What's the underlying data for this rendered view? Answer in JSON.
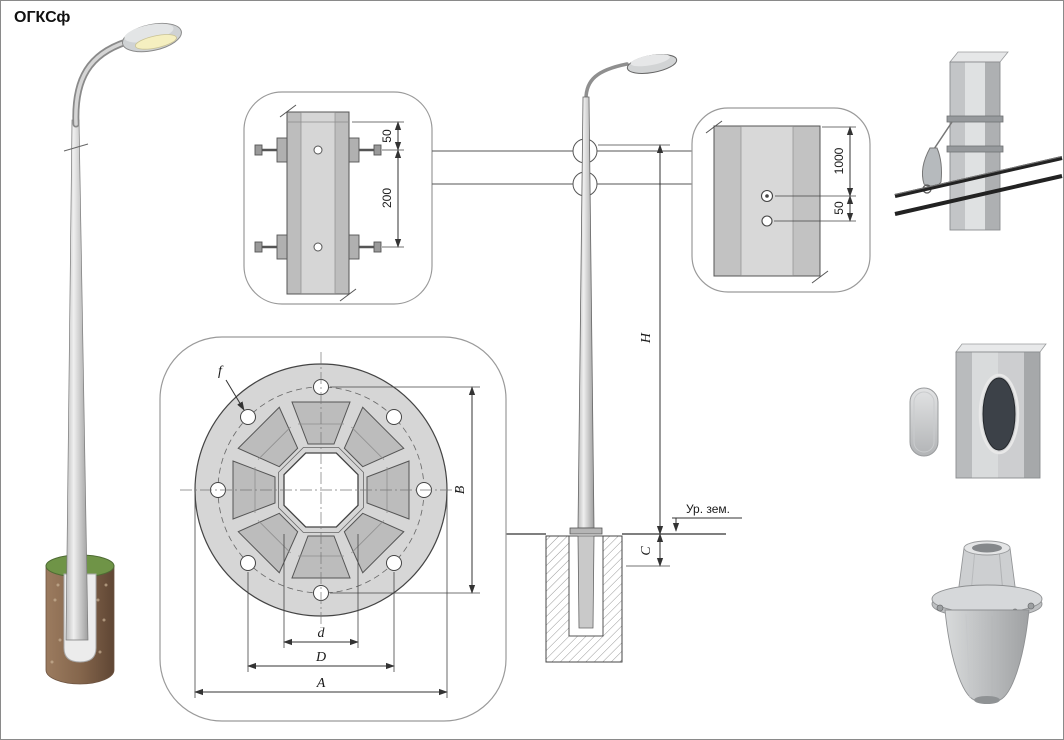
{
  "labels": {
    "title": "ОГКСф",
    "clamp": {
      "d50": "50",
      "d200": "200"
    },
    "hole": {
      "d1000": "1000",
      "d50": "50"
    },
    "flange": {
      "f": "f",
      "b": "B",
      "d": "d",
      "dd": "D",
      "a": "A"
    },
    "elev": {
      "h": "H",
      "c": "C",
      "ground": "Ур. зем."
    }
  },
  "colors": {
    "grass": "#6f9447",
    "soil_edge": "#6d5340",
    "lamp_light": "#f5efc0",
    "cable": "#222222",
    "door_opening": "#3c4148"
  }
}
